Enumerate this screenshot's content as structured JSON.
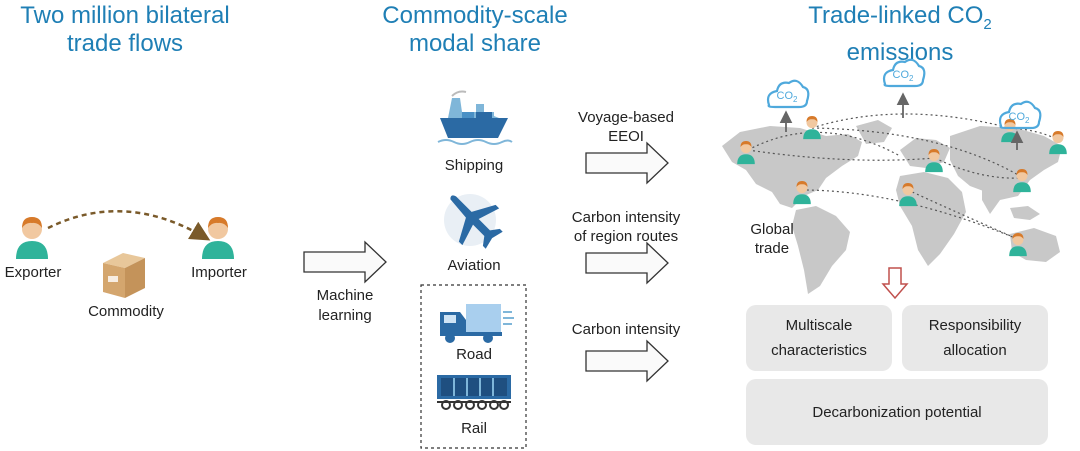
{
  "headings": {
    "trade_flows": [
      "Two million bilateral",
      "trade flows"
    ],
    "modal_share": [
      "Commodity-scale",
      "modal share"
    ],
    "emissions": [
      "Trade-linked CO",
      "2",
      "emissions"
    ]
  },
  "left": {
    "exporter": "Exporter",
    "importer": "Importer",
    "commodity": "Commodity"
  },
  "machine_learning": [
    "Machine",
    "learning"
  ],
  "modes": {
    "shipping": "Shipping",
    "aviation": "Aviation",
    "road": "Road",
    "rail": "Rail"
  },
  "methods": {
    "voyage": [
      "Voyage-based",
      "EEOI"
    ],
    "region_routes": [
      "Carbon intensity",
      "of region routes"
    ],
    "carbon_intensity": "Carbon intensity"
  },
  "map": {
    "global_trade": [
      "Global",
      "trade"
    ],
    "co2_label": "CO",
    "co2_sub": "2"
  },
  "results": {
    "multiscale": [
      "Multiscale",
      "characteristics"
    ],
    "responsibility": [
      "Responsibility",
      "allocation"
    ],
    "decarbonization": "Decarbonization potential"
  },
  "colors": {
    "heading": "#1f7fb5",
    "person_body": "#2fb39a",
    "person_face": "#f1c8a0",
    "person_hair": "#d77a2a",
    "box_fill": "#e8e8e8",
    "map_fill": "#c8c8c8",
    "cloud": "#4fa9dc",
    "down_arrow": "#c0504d"
  }
}
